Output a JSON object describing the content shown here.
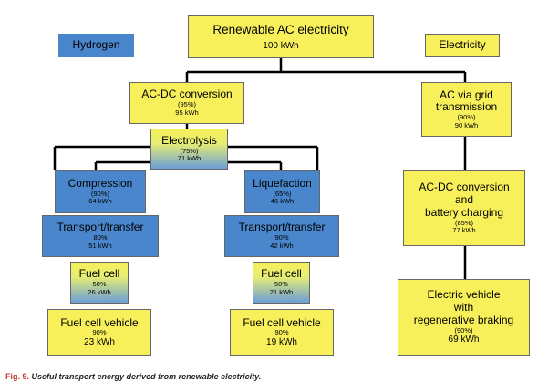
{
  "title_box": {
    "title": "Renewable AC electricity",
    "value": "100 kWh"
  },
  "labels": {
    "hydrogen": "Hydrogen",
    "electricity": "Electricity"
  },
  "acdc": {
    "title": "AC-DC conversion",
    "pct": "(95%)",
    "value": "95 kWh"
  },
  "electrolysis": {
    "title": "Electrolysis",
    "pct": "(75%)",
    "value": "71 kWh"
  },
  "compression": {
    "title": "Compression",
    "pct": "(90%)",
    "value": "64 kWh"
  },
  "liquefaction": {
    "title": "Liquefaction",
    "pct": "(65%)",
    "value": "46 kWh"
  },
  "transport_left": {
    "title": "Transport/transfer",
    "pct": "80%",
    "value": "51 kWh"
  },
  "transport_right": {
    "title": "Transport/transfer",
    "pct": "90%",
    "value": "42 kWh"
  },
  "fuelcell_left": {
    "title": "Fuel cell",
    "pct": "50%",
    "value": "26 kWh"
  },
  "fuelcell_right": {
    "title": "Fuel cell",
    "pct": "50%",
    "value": "21 kWh"
  },
  "fcv_left": {
    "title": "Fuel cell vehicle",
    "pct": "90%",
    "value": "23 kWh"
  },
  "fcv_right": {
    "title": "Fuel cell vehicle",
    "pct": "90%",
    "value": "19 kWh"
  },
  "ac_grid": {
    "line1": "AC via grid",
    "line2": "transmission",
    "pct": "(90%)",
    "value": "90 kWh"
  },
  "battery": {
    "line1": "AC-DC conversion",
    "line2": "and",
    "line3": "battery charging",
    "pct": "(85%)",
    "value": "77 kWh"
  },
  "ev": {
    "line1": "Electric vehicle",
    "line2": "with",
    "line3": "regenerative braking",
    "pct": "(90%)",
    "value": "69 kWh"
  },
  "caption": {
    "label": "Fig. 9.",
    "text": "Useful transport energy derived from renewable electricity."
  },
  "colors": {
    "yellow": "#f7f05a",
    "blue": "#4a86cc",
    "caption_red": "#c0392b"
  }
}
